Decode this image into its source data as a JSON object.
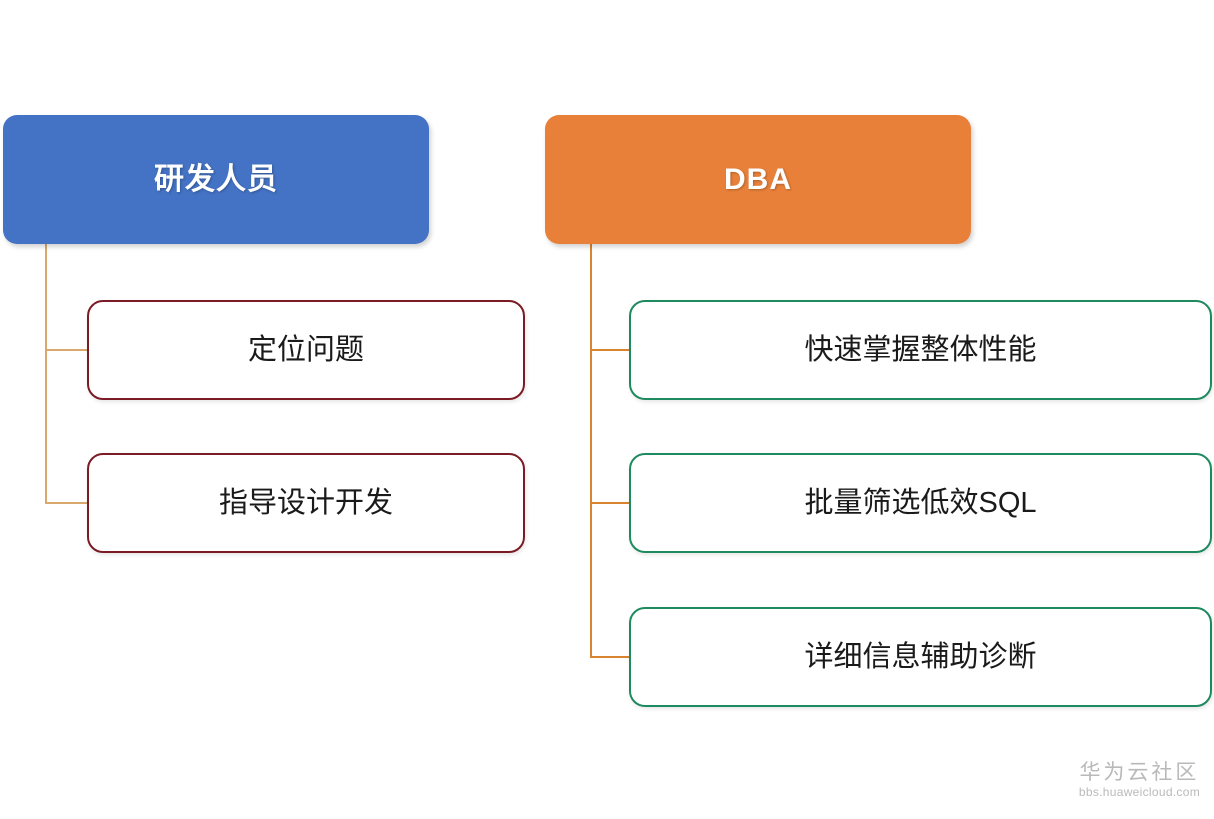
{
  "diagram": {
    "type": "org-tree",
    "background_color": "#ffffff",
    "branches": [
      {
        "id": "dev",
        "root": {
          "label": "研发人员",
          "fill_color": "#4472C4",
          "text_color": "#ffffff"
        },
        "connector_color": "#D9A86C",
        "children": [
          {
            "label": "定位问题",
            "border_color": "#7B1B26"
          },
          {
            "label": "指导设计开发",
            "border_color": "#7B1B26"
          }
        ]
      },
      {
        "id": "dba",
        "root": {
          "label": "DBA",
          "fill_color": "#E8803A",
          "text_color": "#ffffff"
        },
        "connector_color": "#D9842F",
        "children": [
          {
            "label": "快速掌握整体性能",
            "border_color": "#1E8A5F"
          },
          {
            "label": "批量筛选低效SQL",
            "border_color": "#1E8A5F"
          },
          {
            "label": "详细信息辅助诊断",
            "border_color": "#1E8A5F"
          }
        ]
      }
    ]
  },
  "watermark": {
    "name": "华为云社区",
    "url": "bbs.huaweicloud.com",
    "color": "#b9b9b9"
  }
}
